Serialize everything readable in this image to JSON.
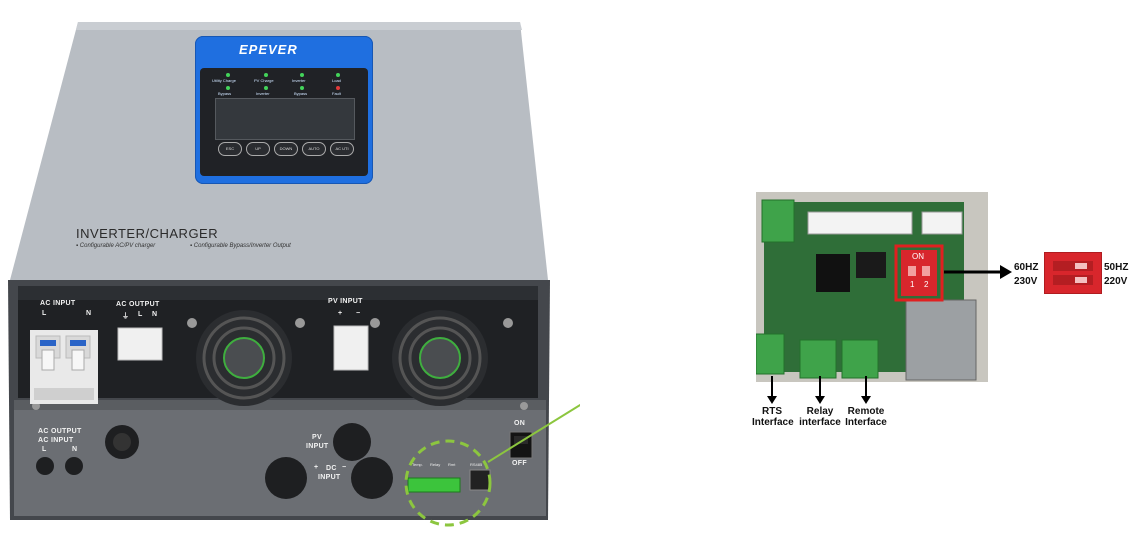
{
  "device": {
    "brand": "EPEVER",
    "product_title": "INVERTER/CHARGER",
    "feature_1": "Configurable AC/PV charger",
    "feature_2": "Configurable Bypass/Inverter Output",
    "led_labels_top": [
      "Utility Charge",
      "PV Charge",
      "Inverter",
      "Load"
    ],
    "led_labels_bottom": [
      "Bypass",
      "Inverter",
      "Bypass",
      "Fault"
    ],
    "buttons": [
      "ESC",
      "UP",
      "DOWN",
      "AUTO",
      "AC UTI"
    ]
  },
  "terminals": {
    "ac_input": "AC INPUT",
    "ac_input_l": "L",
    "ac_input_n": "N",
    "ac_output": "AC OUTPUT",
    "ac_output_pins": [
      "⏚",
      "L",
      "N"
    ],
    "pv_input": "PV INPUT",
    "pv_plus": "+",
    "pv_minus": "−"
  },
  "bottom_panel": {
    "ac_output": "AC OUTPUT",
    "ac_input": "AC INPUT",
    "l": "L",
    "n": "N",
    "pv_input_1": "PV",
    "pv_input_2": "INPUT",
    "dc_input_1": "DC",
    "dc_input_2": "INPUT",
    "plus": "+",
    "minus": "−",
    "port_labels": [
      "Temp.",
      "Relay",
      "Rmt",
      "RS485"
    ],
    "on": "ON",
    "off": "OFF"
  },
  "board": {
    "dip_on": "ON",
    "dip_1": "1",
    "dip_2": "2",
    "left_1": "60HZ",
    "left_2": "230V",
    "right_1": "50HZ",
    "right_2": "220V",
    "rts_1": "RTS",
    "rts_2": "Interface",
    "relay_1": "Relay",
    "relay_2": "interface",
    "remote_1": "Remote",
    "remote_2": "Interface"
  },
  "colors": {
    "accent_blue": "#1f6fe0",
    "housing_top": "#b7bcc2",
    "housing_dark": "#4a4d52",
    "pcb_green": "#2f6e38",
    "callout_green": "#7fbf3a",
    "dip_red": "#d8262c"
  }
}
